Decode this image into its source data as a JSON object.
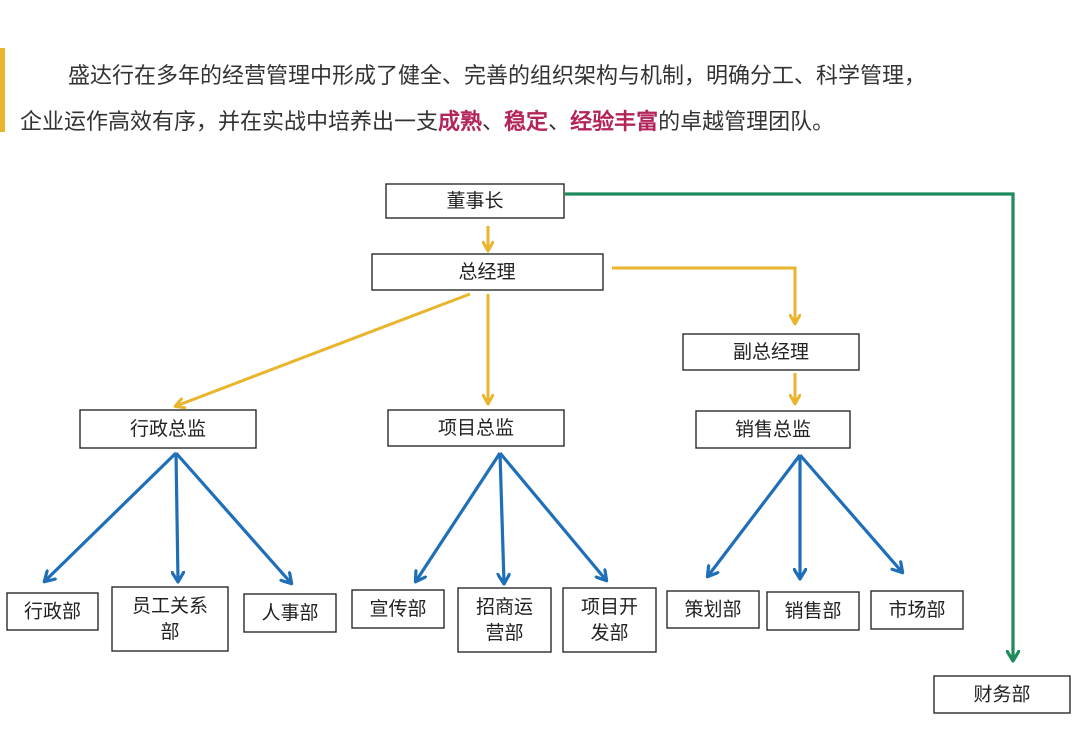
{
  "intro": {
    "line1": "盛达行在多年的经营管理中形成了健全、完善的组织架构与机制，明确分工、科学管理，",
    "line2_prefix": "企业运作高效有序，并在实战中培养出一支",
    "hl1": "成熟",
    "sep1": "、",
    "hl2": "稳定",
    "sep2": "、",
    "hl3": "经验丰富",
    "line2_suffix": "的卓越管理团队。"
  },
  "colors": {
    "accent_bar": "#e8b52c",
    "highlight": "#b3245a",
    "arrow_yellow": "#e8b52c",
    "arrow_blue": "#1f6fb8",
    "arrow_green": "#1f8a5c"
  },
  "org": {
    "chairman": "董事长",
    "gm": "总经理",
    "deputy_gm": "副总经理",
    "admin_director": "行政总监",
    "project_director": "项目总监",
    "sales_director": "销售总监",
    "admin_dept": "行政部",
    "employee_relations_dept": [
      "员工关系",
      "部"
    ],
    "hr_dept": "人事部",
    "publicity_dept": "宣传部",
    "investment_dept": [
      "招商运",
      "营部"
    ],
    "project_dev_dept": [
      "项目开",
      "发部"
    ],
    "planning_dept": "策划部",
    "sales_dept": "销售部",
    "marketing_dept": "市场部",
    "finance_dept": "财务部"
  }
}
